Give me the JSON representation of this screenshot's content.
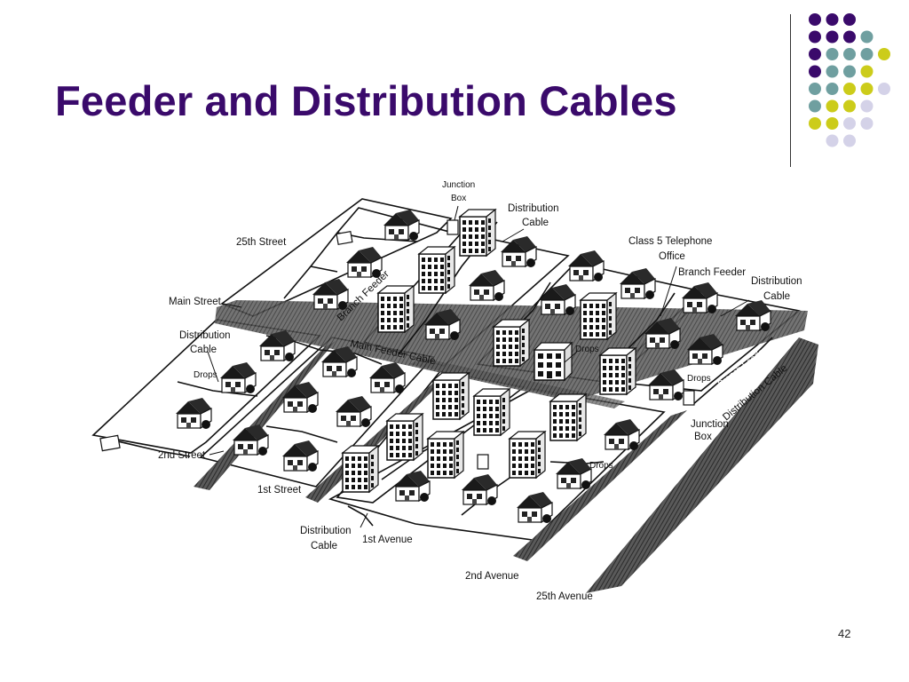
{
  "slide": {
    "title": "Feeder and Distribution Cables",
    "page_number": "42"
  },
  "theme": {
    "title_color": "#3a0a6b",
    "dot_colors": {
      "purple": "#3a0a6b",
      "teal": "#6f9fa0",
      "yellow": "#cccc1a",
      "lavender": "#d4d2e8"
    },
    "dot_rows": [
      [
        "purple",
        "purple",
        "purple"
      ],
      [
        "purple",
        "purple",
        "purple",
        "teal"
      ],
      [
        "purple",
        "teal",
        "teal",
        "teal",
        "yellow"
      ],
      [
        "purple",
        "teal",
        "teal",
        "yellow"
      ],
      [
        "teal",
        "teal",
        "yellow",
        "yellow",
        "lavender"
      ],
      [
        "teal",
        "yellow",
        "yellow",
        "lavender"
      ],
      [
        "yellow",
        "yellow",
        "lavender",
        "lavender"
      ],
      [
        "lavender",
        "lavender"
      ]
    ]
  },
  "diagram": {
    "labels": {
      "junction_box_top": [
        "Junction",
        "Box"
      ],
      "distribution_cable_top": [
        "Distribution",
        "Cable"
      ],
      "class5_office": [
        "Class 5 Telephone",
        "Office"
      ],
      "branch_feeder_right": "Branch Feeder",
      "distribution_cable_right": [
        "Distribution",
        "Cable"
      ],
      "street_25th": "25th Street",
      "main_street": "Main Street",
      "branch_feeder_diag": "Branch Feeder",
      "distribution_cable_left": [
        "Distribution",
        "Cable"
      ],
      "drops_left": "Drops",
      "main_feeder_cable": "Main Feeder Cable",
      "drops_center": "Drops",
      "drops_right": "Drops",
      "branch_feeder_diag2": "Branch Feeder",
      "distribution_cable_diag": "Distribution Cable",
      "junction_box_right": [
        "Junction",
        "Box"
      ],
      "street_2nd": "2nd Street",
      "street_1st": "1st Street",
      "drops_bottom": "Drops",
      "distribution_cable_bottom": [
        "Distribution",
        "Cable"
      ],
      "avenue_1st": "1st Avenue",
      "avenue_2nd": "2nd Avenue",
      "avenue_25th": "25th Avenue"
    }
  }
}
